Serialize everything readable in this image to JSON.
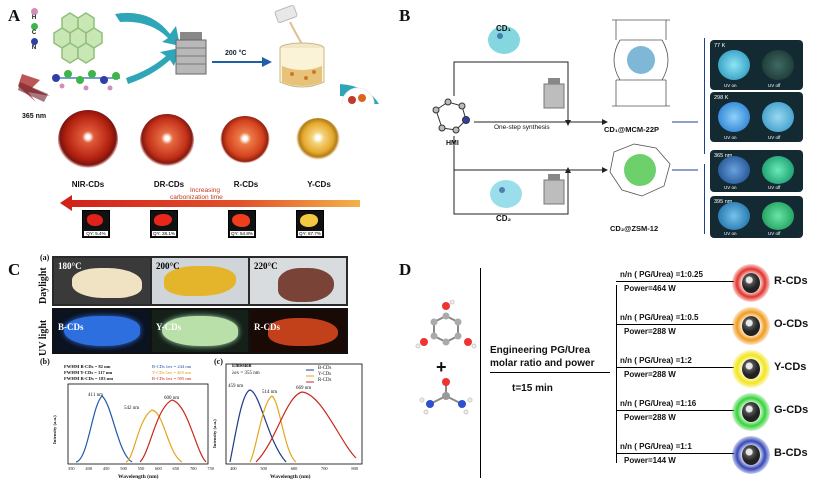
{
  "panelA": {
    "letter": "A",
    "atoms": [
      "H",
      "C",
      "N"
    ],
    "temp": "200 °C",
    "laser": "365 nm",
    "spheres": [
      {
        "label": "NIR-CDs",
        "color": "#c62b1b",
        "qy": "QY: 5.4%"
      },
      {
        "label": "DR-CDs",
        "color": "#cf3a24",
        "qy": "QY: 28.1%"
      },
      {
        "label": "R-CDs",
        "color": "#d84a2a",
        "qy": "QY: 54.8%"
      },
      {
        "label": "Y-CDs",
        "color": "#e7b43a",
        "qy": "QY: 67.7%"
      }
    ],
    "arrow_text_top": "Increasing",
    "arrow_text_bottom": "carbonization  time"
  },
  "panelB": {
    "letter": "B",
    "hmi": "HMI",
    "cd1": "CD₁",
    "cd2": "CD₂",
    "mid": "One-step synthesis",
    "prod1": "CD₁@MCM-22P",
    "prod2": "CD₂@ZSM-12",
    "photos": [
      {
        "tag": "77 K",
        "on": "UV on",
        "off": "UV off",
        "c1": "#55c8e8",
        "c2": "#2e5a55"
      },
      {
        "tag": "298 K",
        "on": "UV on",
        "off": "UV off",
        "c1": "#5ab6f0",
        "c2": "#73c6e8"
      },
      {
        "tag": "365 nm",
        "on": "UV on",
        "off": "UV off",
        "c1": "#3a7ab8",
        "c2": "#38d49a"
      },
      {
        "tag": "395 nm",
        "on": "UV on",
        "off": "UV off",
        "c1": "#3f9acb",
        "c2": "#3ecd88"
      }
    ]
  },
  "panelC": {
    "letter": "C",
    "a_label": "(a)",
    "daylight": "Daylight",
    "uvlight": "UV light",
    "temps": [
      "180°C",
      "200°C",
      "220°C"
    ],
    "uvnames": [
      "B-CDs",
      "Y-CDs",
      "R-CDs"
    ],
    "b_label": "(b)",
    "c_label": "(c)",
    "fwhm": [
      "FWHM B-CDs = 82 nm",
      "FWHM Y-CDs = 117 nm",
      "FWHM R-CDs = 183 nm"
    ],
    "exc": [
      "B-CDs λex = 244 nm",
      "Y-CDs λex = 465 nm",
      "R-CDs λex = 505 nm"
    ],
    "peaks_b": [
      "411 nm",
      "542 nm",
      "600 nm"
    ],
    "peaks_c": [
      "459 nm",
      "514 nm",
      "669 nm"
    ],
    "emission": "Emission",
    "ex_c": "λex = 355 nm",
    "legend_c": [
      "B-CDs",
      "Y-CDs",
      "R-CDs"
    ],
    "xlabel": "Wavelength (nm)",
    "ylabel": "Intensity (a.u.)",
    "xticks_b": [
      "350",
      "400",
      "450",
      "500",
      "550",
      "600",
      "650",
      "700",
      "750"
    ],
    "xticks_c": [
      "400",
      "500",
      "600",
      "700",
      "800"
    ]
  },
  "panelD": {
    "letter": "D",
    "plus": "+",
    "box_line1": "Engineering PG/Urea",
    "box_line2": "molar ratio and power",
    "time": "t=15 min",
    "rows": [
      {
        "ratio": "n/n ( PG/Urea) =1:0.25",
        "power": "Power=464 W",
        "name": "R-CDs",
        "color": "#e2322a"
      },
      {
        "ratio": "n/n ( PG/Urea) =1:0.5",
        "power": "Power=288 W",
        "name": "O-CDs",
        "color": "#f19a1e"
      },
      {
        "ratio": "n/n ( PG/Urea) =1:2",
        "power": "Power=288 W",
        "name": "Y-CDs",
        "color": "#f3e51a"
      },
      {
        "ratio": "n/n ( PG/Urea) =1:16",
        "power": "Power=288 W",
        "name": "G-CDs",
        "color": "#36d23a"
      },
      {
        "ratio": "n/n ( PG/Urea) =1:1",
        "power": "Power=144 W",
        "name": "B-CDs",
        "color": "#3547b8"
      }
    ]
  }
}
